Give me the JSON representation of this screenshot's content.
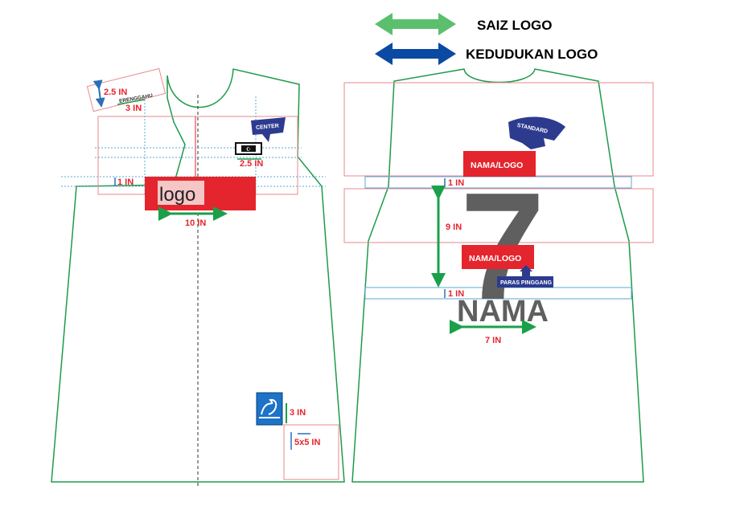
{
  "legend": {
    "size_label": "SAIZ LOGO",
    "position_label": "KEDUDUKAN LOGO",
    "size_color": "#5cbf6e",
    "position_color": "#0b4aa3"
  },
  "front": {
    "sleeve_height": "2.5 IN",
    "sleeve_width": "3 IN",
    "sleeve_patch_text": "ERENGGAHU",
    "center_tag": "CENTER",
    "flag_width": "2.5 IN",
    "chest_gap": "1 IN",
    "logo_text": "logo",
    "logo_width": "10 IN",
    "badge_height": "3 IN",
    "pocket_size": "5x5 IN"
  },
  "back": {
    "standard_tag": "STANDARD",
    "top_name_logo": "NAMA/LOGO",
    "top_gap": "1 IN",
    "number": "7",
    "number_height": "9 IN",
    "mid_name_logo": "NAMA/LOGO",
    "waist_tag": "PARAS PINGGANG",
    "waist_gap": "1 IN",
    "name_text": "NAMA",
    "name_width": "7 IN"
  },
  "colors": {
    "outline": "#1e9a4c",
    "red_box": "#e4252d",
    "guide": "#5aa9d6",
    "number_grey": "#5f5f5f",
    "tag_blue": "#2d3b8f"
  }
}
